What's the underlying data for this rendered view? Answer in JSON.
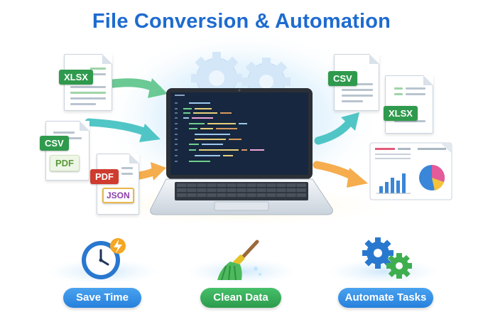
{
  "title": "File Conversion & Automation",
  "left_files": [
    {
      "badge": "XLSX"
    },
    {
      "badge": "CSV",
      "secondary_badge": "PDF"
    },
    {
      "badge": "PDF",
      "secondary_badge": "JSON"
    }
  ],
  "right_files": [
    {
      "badge": "CSV"
    },
    {
      "badge": "XLSX"
    },
    {
      "kind": "dashboard-report"
    }
  ],
  "features": [
    {
      "label": "Save Time",
      "icon": "clock-lightning-icon"
    },
    {
      "label": "Clean Data",
      "icon": "broom-icon"
    },
    {
      "label": "Automate Tasks",
      "icon": "gears-icon"
    }
  ],
  "colors": {
    "title": "#1e6bd0",
    "accent_blue": "#2680dc",
    "accent_green": "#2c9b4c",
    "arrow_green": "#5cc489",
    "arrow_teal": "#3fc0c0",
    "arrow_orange": "#f5a53a"
  }
}
